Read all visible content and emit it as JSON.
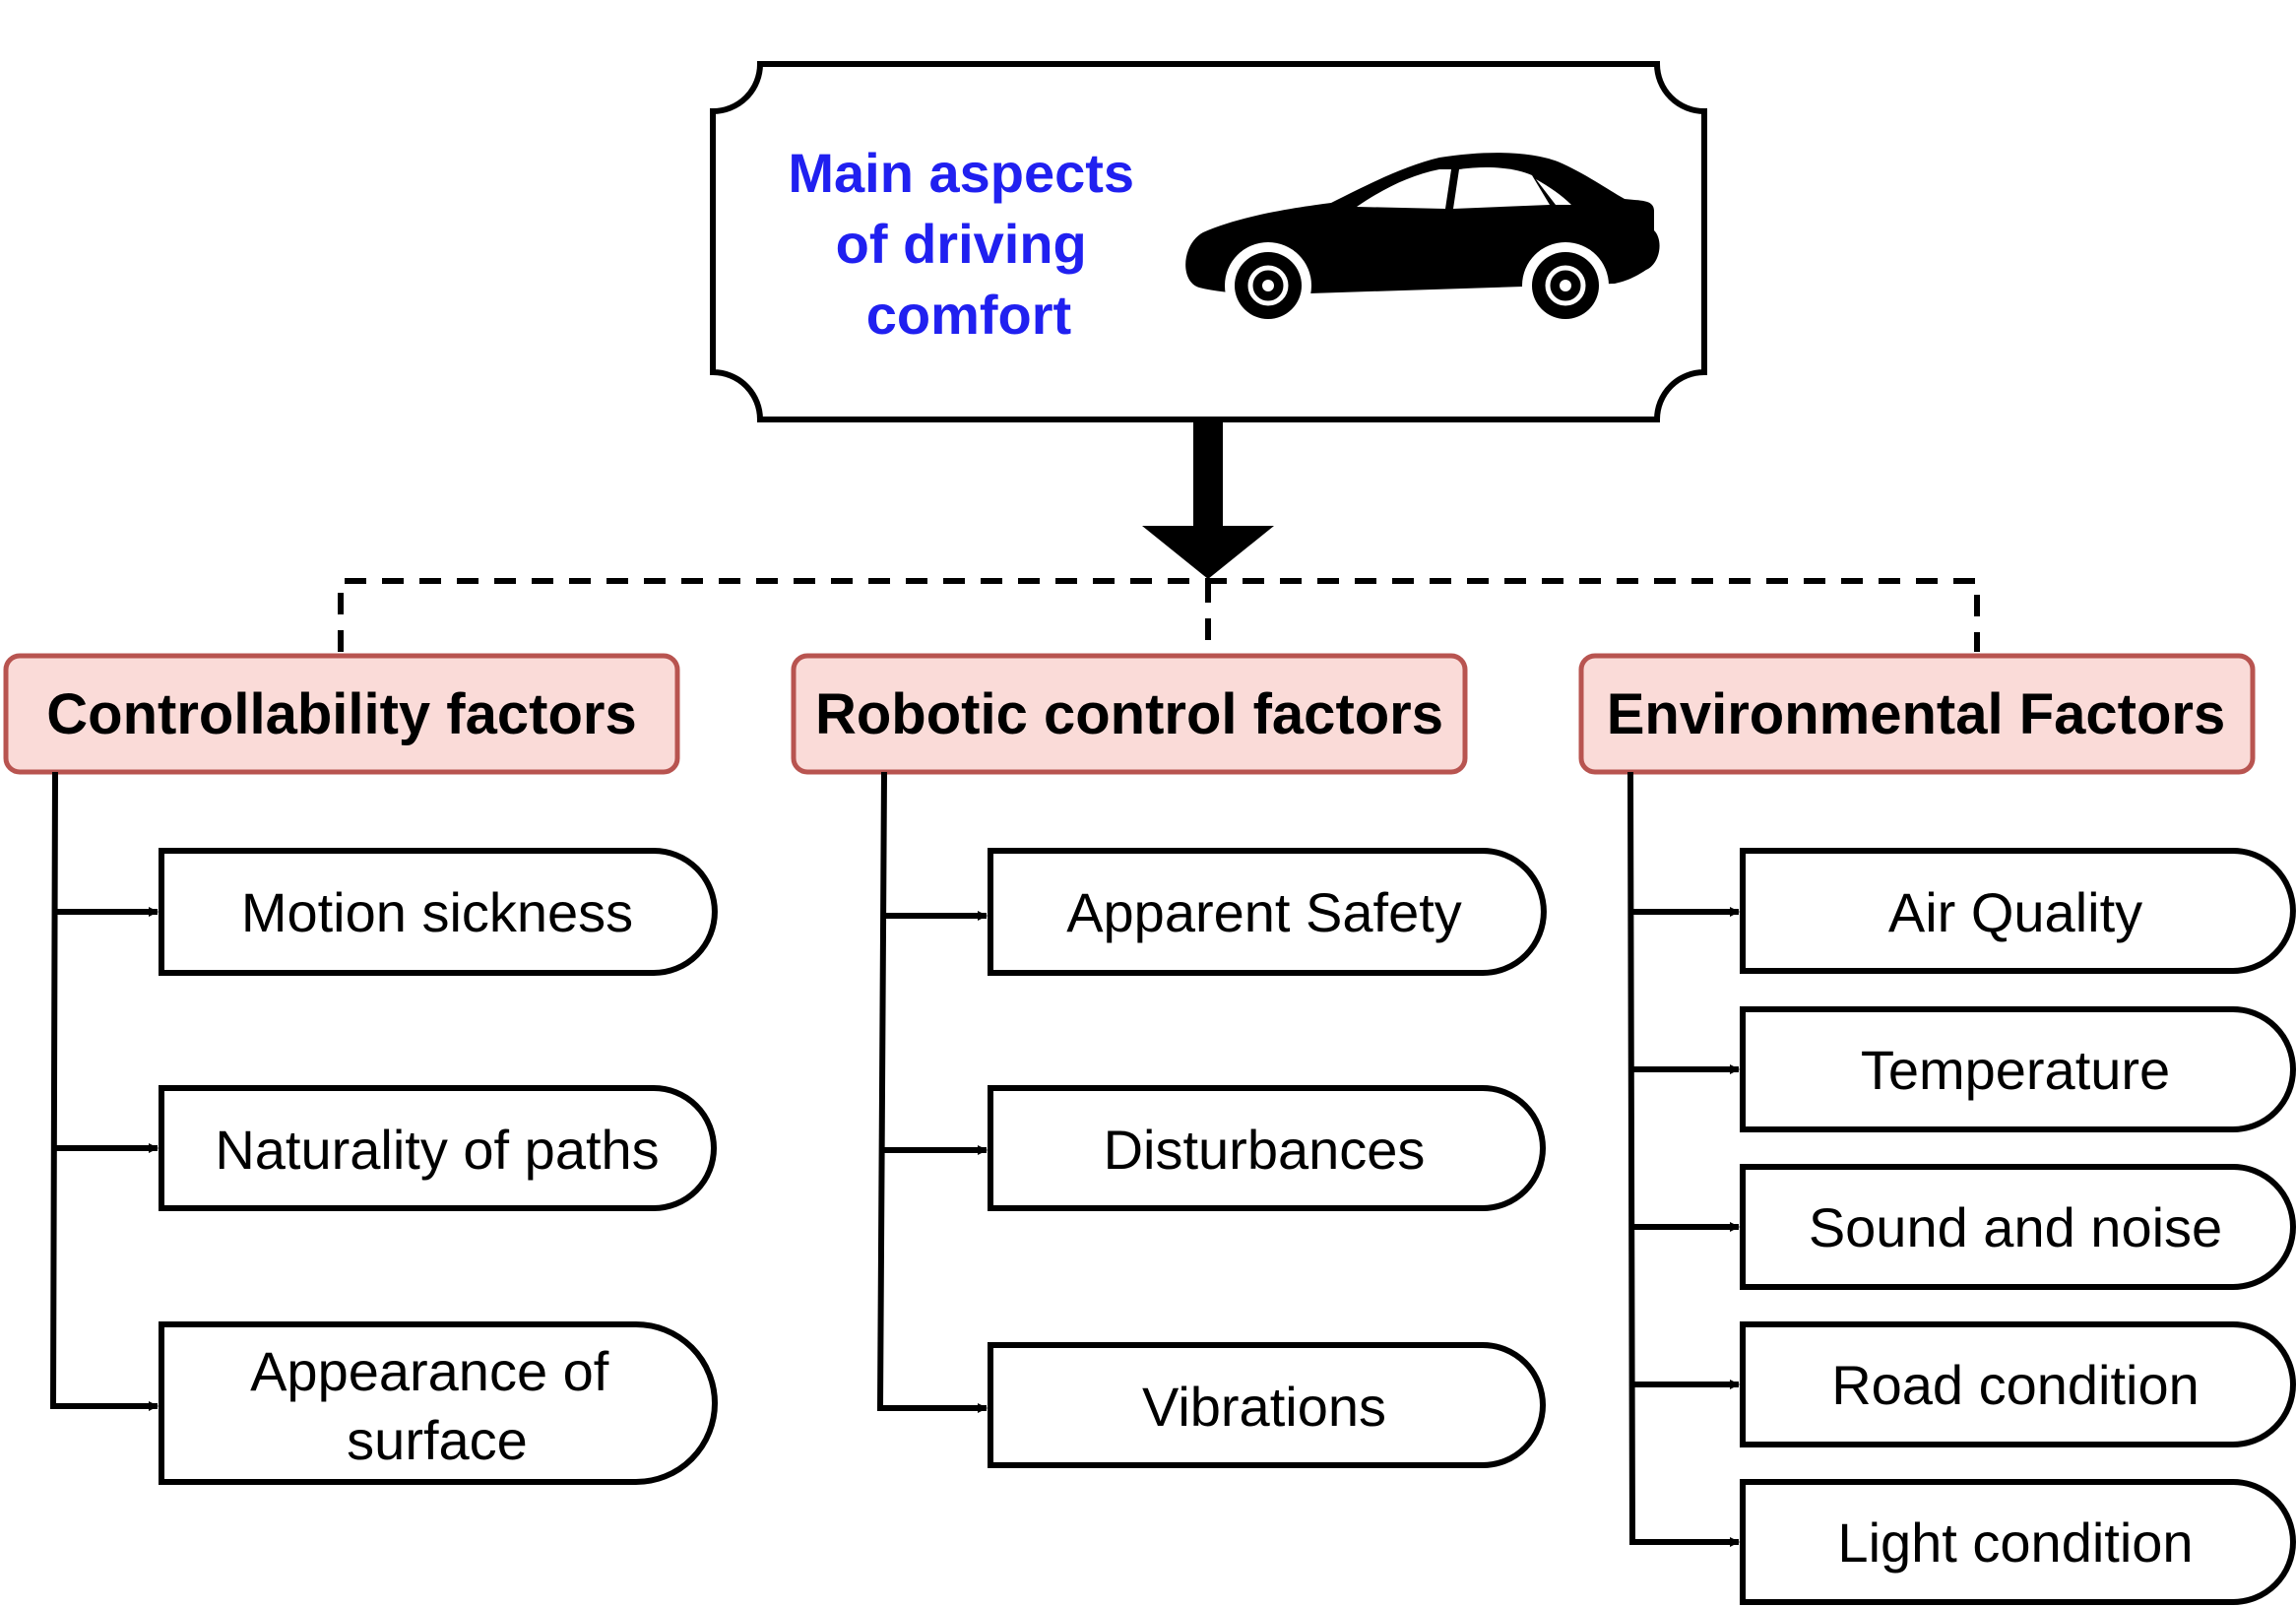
{
  "title_lines": [
    "Main aspects",
    "of driving",
    "comfort"
  ],
  "car_icon": "car-icon",
  "colors": {
    "title": "#2020f0",
    "category_fill": "#fadbd8",
    "category_border": "#b85450",
    "stroke": "#000000"
  },
  "categories": [
    {
      "label": "Controllability factors",
      "items": [
        [
          "Motion sickness"
        ],
        [
          "Naturality of paths"
        ],
        [
          "Appearance of",
          "surface"
        ]
      ]
    },
    {
      "label": "Robotic control factors",
      "items": [
        [
          "Apparent Safety"
        ],
        [
          "Disturbances"
        ],
        [
          "Vibrations"
        ]
      ]
    },
    {
      "label": "Environmental Factors",
      "items": [
        [
          "Air Quality"
        ],
        [
          "Temperature"
        ],
        [
          "Sound and noise"
        ],
        [
          "Road condition"
        ],
        [
          "Light condition"
        ]
      ]
    }
  ]
}
